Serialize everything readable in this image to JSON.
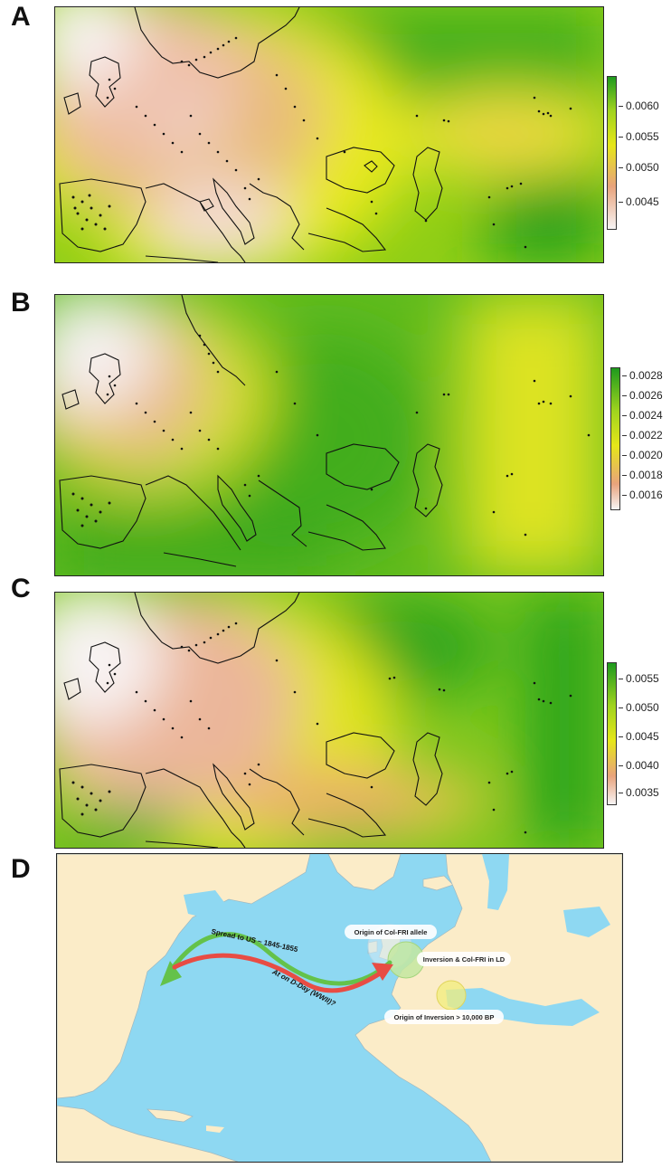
{
  "panels": [
    {
      "letter": "A",
      "ticks": [
        "0.0060",
        "0.0055",
        "0.0050",
        "0.0045"
      ]
    },
    {
      "letter": "B",
      "ticks": [
        "0.0028",
        "0.0026",
        "0.0024",
        "0.0022",
        "0.0020",
        "0.0018",
        "0.0016"
      ]
    },
    {
      "letter": "C",
      "ticks": [
        "0.0055",
        "0.0050",
        "0.0045",
        "0.0040",
        "0.0035"
      ]
    },
    {
      "letter": "D"
    }
  ],
  "map_d": {
    "labels": {
      "spread": "Spread to US ~ 1845-1855",
      "dday": "At on D-Day (WWII)?",
      "origin_allele": "Origin of Col-FRI allele",
      "inversion_ld": "Inversion & Col-FRI in LD",
      "origin_inversion": "Origin of Inversion > 10,000 BP"
    }
  },
  "colors": {
    "green": "#1e9a1e",
    "yellow": "#e6e619",
    "salmon": "#e8a37c",
    "white": "#f7f4f4",
    "sea_d": "#8ed8f2",
    "land_d": "#fbecc8"
  }
}
